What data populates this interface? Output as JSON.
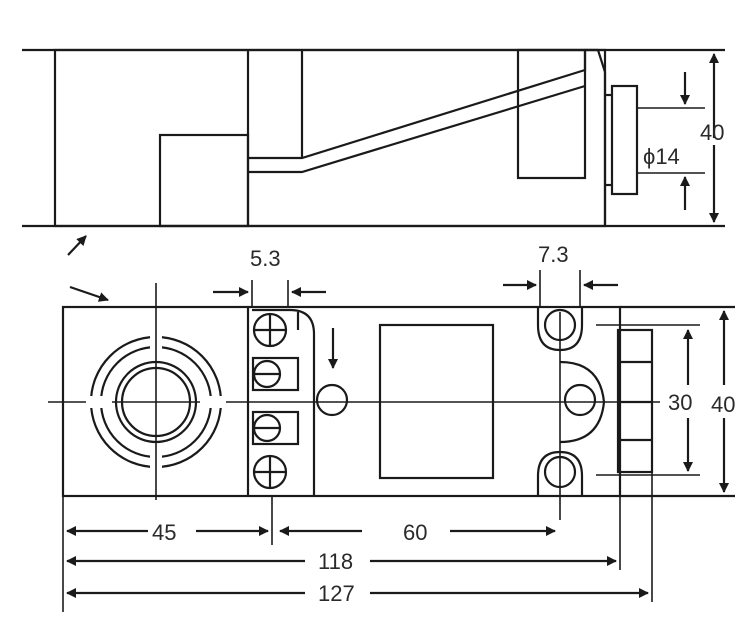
{
  "dimensions": {
    "top_height": "40",
    "top_diameter": "ϕ14",
    "gap_left": "5.3",
    "gap_right": "7.3",
    "side_inner_height": "30",
    "side_outer_height": "40",
    "span_45": "45",
    "span_60": "60",
    "span_118": "118",
    "span_127": "127"
  }
}
